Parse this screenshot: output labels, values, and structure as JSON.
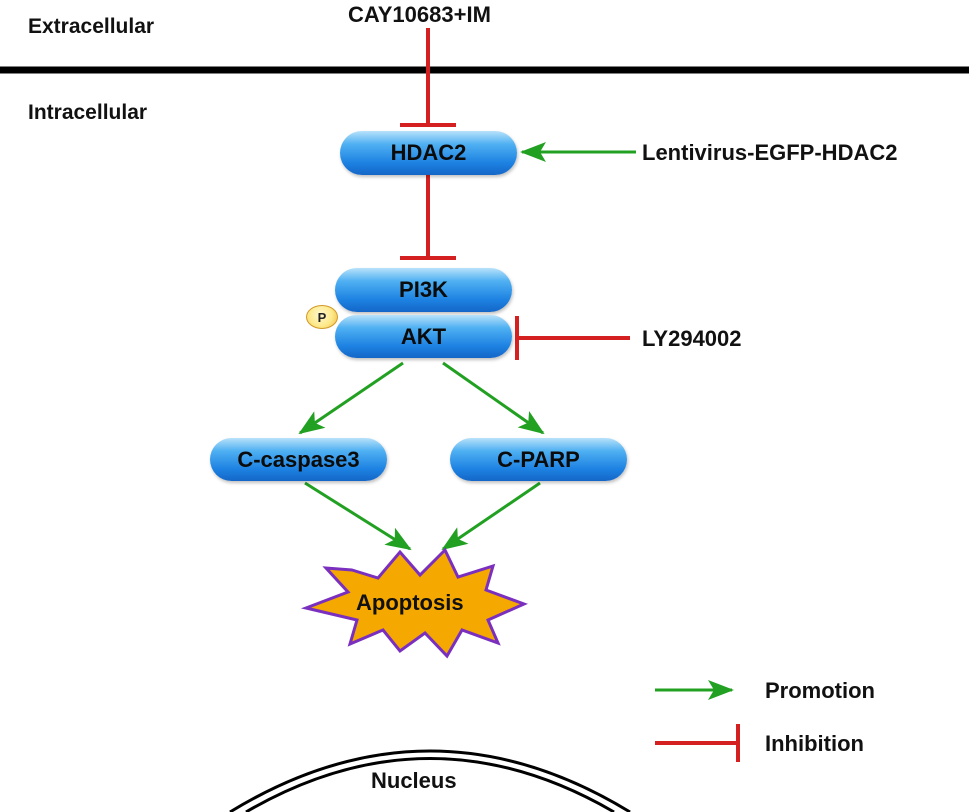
{
  "regions": {
    "extracellular": "Extracellular",
    "intracellular": "Intracellular"
  },
  "agents": {
    "top_agent": "CAY10683+IM",
    "lentivirus": "Lentivirus-EGFP-HDAC2",
    "inhibitor": "LY294002"
  },
  "nodes": {
    "hdac2": "HDAC2",
    "pi3k": "PI3K",
    "akt": "AKT",
    "phospho": "P",
    "c_caspase3": "C-caspase3",
    "c_parp": "C-PARP",
    "apoptosis": "Apoptosis",
    "nucleus": "Nucleus"
  },
  "legend": {
    "promotion": "Promotion",
    "inhibition": "Inhibition"
  },
  "colors": {
    "promotion": "#22a022",
    "inhibition": "#d42020",
    "protein_fill": "#1d82e2",
    "apoptosis_fill": "#f5a800",
    "apoptosis_stroke": "#7a2fbf",
    "membrane": "#000000"
  }
}
